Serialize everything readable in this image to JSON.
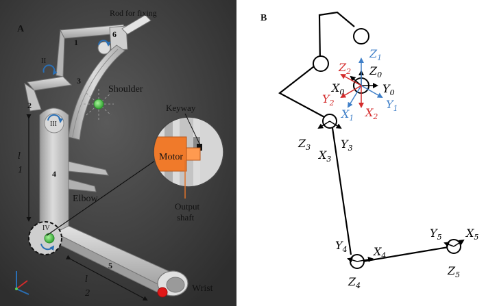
{
  "panel_a": {
    "label": "A",
    "rod_label": "Rod for fixing",
    "shoulder_label": "Shoulder",
    "elbow_label": "Elbow",
    "wrist_label": "Wrist",
    "keyway_label": "Keyway",
    "motor_label": "Motor",
    "output_line1": "Output",
    "output_line2": "shaft",
    "part_numbers": [
      "1",
      "2",
      "3",
      "4",
      "5",
      "6"
    ],
    "joint_numerals": [
      "II",
      "III",
      "IV"
    ],
    "length_l1": [
      "l",
      "1"
    ],
    "length_l2": [
      "l",
      "2"
    ],
    "colors": {
      "background": "#3d3d3d",
      "frame": "#d6d6d6",
      "motor": "#f07a2a",
      "arrow": "#2a6fb5",
      "shoulder_marker": "#4fc24f",
      "elbow_marker": "#55cc55",
      "wrist_marker": "#e01818"
    }
  },
  "panel_b": {
    "label": "B",
    "frames": {
      "base": {
        "z": "Z",
        "z_sub": "0",
        "x": "X",
        "x_sub": "0",
        "y": "Y",
        "y_sub": "0"
      },
      "frame1": {
        "z": "Z",
        "z_sub": "1",
        "x": "X",
        "x_sub": "1",
        "y": "Y",
        "y_sub": "1"
      },
      "frame2": {
        "z": "Z",
        "z_sub": "2",
        "x": "X",
        "x_sub": "2",
        "y": "Y",
        "y_sub": "2"
      },
      "frame3": {
        "z": "Z",
        "z_sub": "3",
        "x": "X",
        "x_sub": "3",
        "y": "Y",
        "y_sub": "3"
      },
      "frame4": {
        "z": "Z",
        "z_sub": "4",
        "x": "X",
        "x_sub": "4",
        "y": "Y",
        "y_sub": "4"
      },
      "frame5": {
        "z": "Z",
        "z_sub": "5",
        "x": "X",
        "x_sub": "5",
        "y": "Y",
        "y_sub": "5"
      }
    },
    "colors": {
      "frame1": "#3f7fc8",
      "frame2": "#d42c2c",
      "link": "#000000"
    }
  }
}
